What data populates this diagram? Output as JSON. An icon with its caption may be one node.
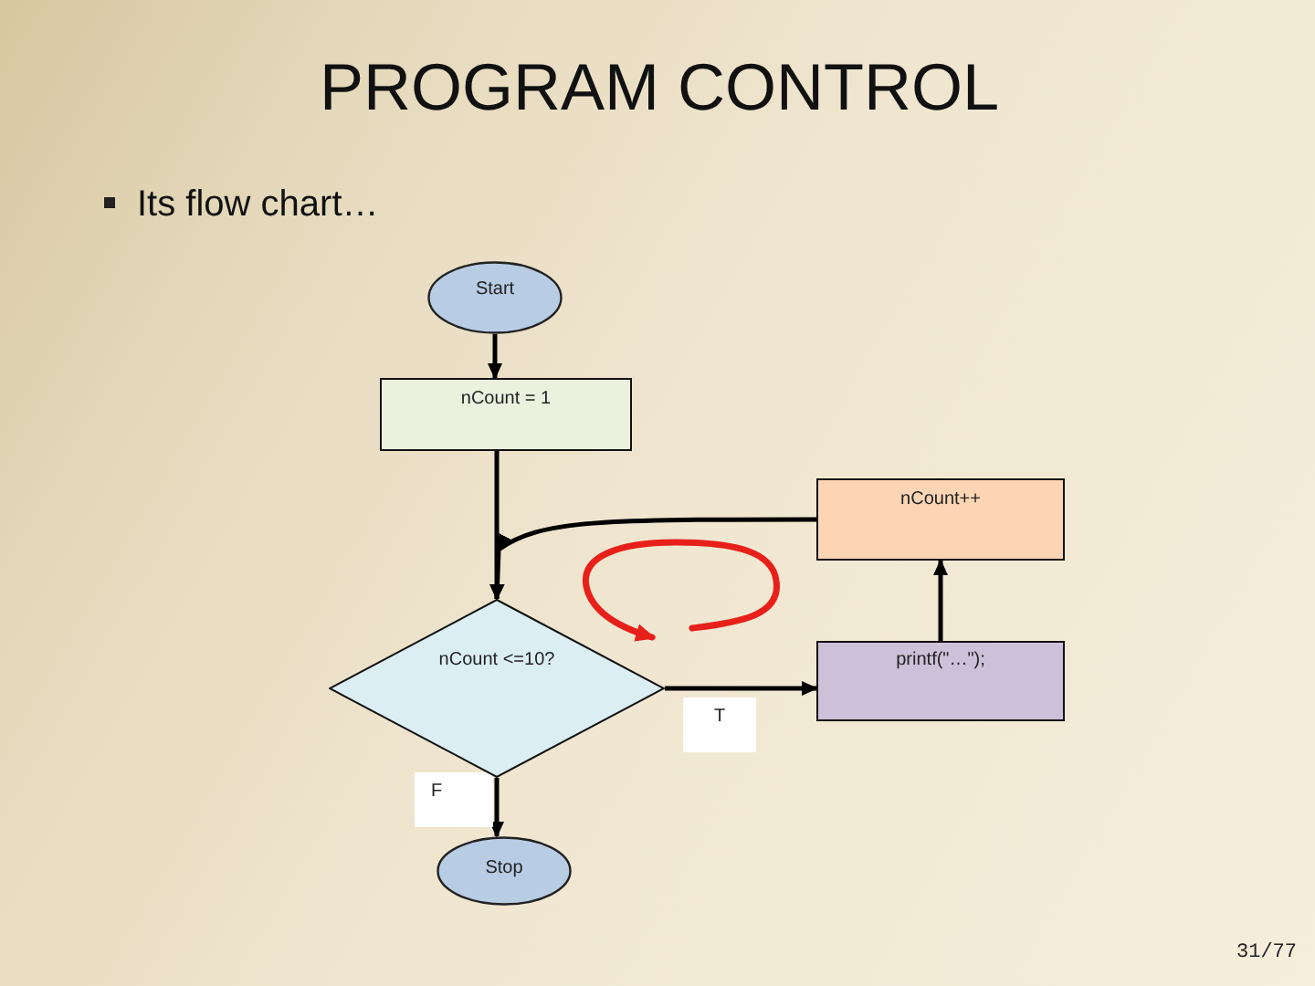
{
  "diagram": {
    "title": "PROGRAM CONTROL",
    "nodes": [
      {
        "text": [
          "Start"
        ]
      },
      {
        "text": [
          "nCount = 1"
        ]
      },
      {
        "text": [
          "nCount++"
        ]
      },
      {
        "text": [
          "nCount <=10?"
        ]
      },
      {
        "text": [
          "printf(\"…\");"
        ]
      },
      {
        "text": [
          "Stop"
        ]
      }
    ],
    "edges": [
      {
        "from": 0,
        "to": 1,
        "arrow": "to"
      },
      {
        "from": 1,
        "to": 3,
        "arrow": "to"
      },
      {
        "from": 2,
        "to": 3,
        "arrow": "to"
      },
      {
        "from": 3,
        "to": 4,
        "arrow": "to",
        "label": "T"
      },
      {
        "from": 4,
        "to": 2,
        "arrow": "to"
      },
      {
        "from": 3,
        "to": 5,
        "arrow": "to",
        "label": "F"
      }
    ],
    "labels": [
      "Its flow chart…",
      "31/77"
    ]
  }
}
